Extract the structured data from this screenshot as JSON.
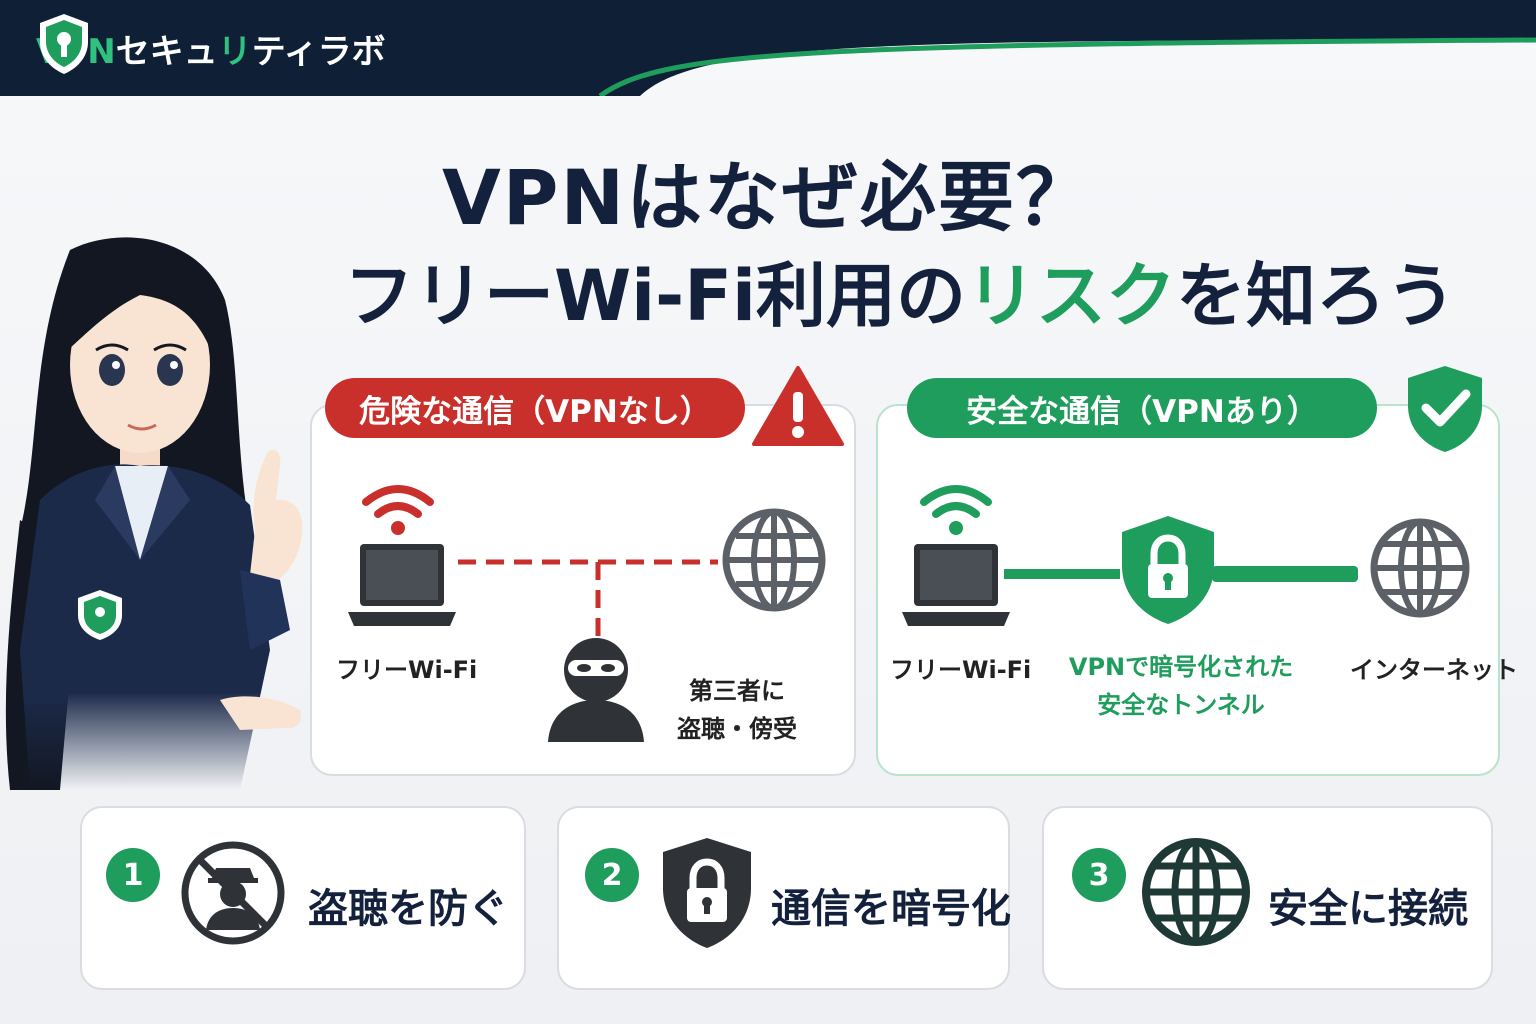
{
  "brand": {
    "name_prefix": "VPN",
    "name_mid1": "セキュ",
    "name_accent": "リ",
    "name_mid2": "ティ",
    "name_suffix": "ラボ"
  },
  "title": {
    "line1": "VPNはなぜ必要？",
    "line2_pre": "フリーWi-Fi利用の",
    "line2_accent": "リスク",
    "line2_post": "を知ろう"
  },
  "danger_panel": {
    "label": "危険な通信（VPNなし）",
    "wifi_label": "フリーWi-Fi",
    "threat_line1": "第三者に",
    "threat_line2": "盗聴・傍受"
  },
  "safe_panel": {
    "label": "安全な通信（VPNあり）",
    "wifi_label": "フリーWi-Fi",
    "tunnel_line1": "VPNで暗号化された",
    "tunnel_line2": "安全なトンネル",
    "internet_label": "インターネット"
  },
  "features": [
    {
      "number": "1",
      "text": "盗聴を防ぐ",
      "icon": "no-spy-icon"
    },
    {
      "number": "2",
      "text": "通信を暗号化",
      "icon": "shield-lock-icon"
    },
    {
      "number": "3",
      "text": "安全に接続",
      "icon": "globe-icon"
    }
  ],
  "colors": {
    "navy": "#14213d",
    "green": "#1f9d5c",
    "red": "#c9302c",
    "dark_icon": "#2f3338"
  }
}
